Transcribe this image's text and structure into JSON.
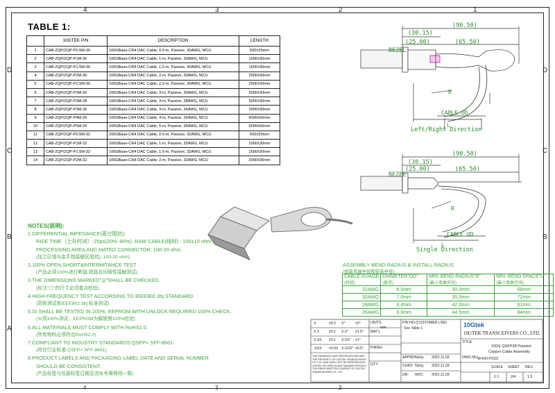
{
  "zones": {
    "cols": [
      "4",
      "3",
      "2",
      "1"
    ],
    "rows": [
      "D",
      "C",
      "B",
      "A"
    ]
  },
  "table1": {
    "title": "TABLE 1:",
    "headers": [
      "",
      "10GTEK P/N",
      "DESCRIPTION",
      "LENGTH"
    ],
    "rows": [
      [
        "1",
        "CAB-ZQP/ZQP-P0.5M-30",
        "100GBase-CR4 DAC Cable, 0.5-m, Passive, 30AWG, MCU",
        "500±20mm"
      ],
      [
        "2",
        "CAB-ZQP/ZQP-P1M-30",
        "100GBase-CR4 DAC Cable, 1-m, Passive, 30AWG, MCU",
        "1000±30mm"
      ],
      [
        "3",
        "CAB-ZQP/ZQP-P1.5M-30",
        "100GBase-CR4 DAC Cable, 1.5-m, Passive, 30AWG, MCU",
        "1500±30mm"
      ],
      [
        "4",
        "CAB-ZQP/ZQP-P2M-30",
        "100GBase-CR4 DAC Cable, 2-m, Passive, 30AWG, MCU",
        "2000±30mm"
      ],
      [
        "5",
        "CAB-ZQP/ZQP-P2.5M-30",
        "100GBase-CR4 DAC Cable, 2.5-m, Passive, 30AWG, MCU",
        "2500±30mm"
      ],
      [
        "6",
        "CAB-ZQP/ZQP-P3M-30",
        "100GBase-CR4 DAC Cable, 3-m, Passive, 30AWG, MCU",
        "3000±30mm"
      ],
      [
        "7",
        "CAB-ZQP/ZQP-P3M-28",
        "100GBase-CR4 DAC Cable, 3-m, Passive, 28AWG, MCU",
        "3000±30mm"
      ],
      [
        "8",
        "CAB-ZQP/ZQP-P3M-26",
        "100GBase-CR4 DAC Cable, 3-m, Passive, 26AWG, MCU",
        "3000±30mm"
      ],
      [
        "9",
        "CAB-ZQP/ZQP-P4M-26",
        "100GBase-CR4 DAC Cable, 4-m, Passive, 26AWG, MCU",
        "4000±60mm"
      ],
      [
        "10",
        "CAB-ZQP/ZQP-P5M-26",
        "100GBase-CR4 DAC Cable, 5-m, Passive, 26AWG, MCU",
        "5000±60mm"
      ],
      [
        "11",
        "CAB-ZQP/ZQP-P0.5M-32",
        "100GBase-CR4 DAC Cable, 0.5-m, Passive, 32AWG, MCU",
        "500±20mm"
      ],
      [
        "12",
        "CAB-ZQP/ZQP-P1M-32",
        "100GBase-CR4 DAC Cable, 1-m, Passive, 32AWG, MCU",
        "1000±30mm"
      ],
      [
        "13",
        "CAB-ZQP/ZQP-P1.5M-32",
        "100GBase-CR4 DAC Cable, 1.5-m, Passive, 32AWG, MCU",
        "1500±30mm"
      ],
      [
        "14",
        "CAB-ZQP/ZQP-P2M-32",
        "100GBase-CR4 DAC Cable, 2-m, Passive, 32AWG, MCU",
        "2000±30mm"
      ]
    ]
  },
  "drawing_top": {
    "dim1": "(90.50)",
    "dim2": "(30.15)",
    "dim3": "(25.00)",
    "dim4": "(65.50)",
    "bezel": "BEZEL",
    "r": "R",
    "l": "L",
    "cable_od": "CABLE OD",
    "caption": "Left/Right Direction"
  },
  "drawing_bottom": {
    "dim1": "(90.50)",
    "dim2": "(30.15)",
    "dim3": "(25.00)",
    "dim4": "(65.50)",
    "bezel": "BEZEL",
    "r": "R",
    "l": "L",
    "cable_od": "CABLE OD",
    "caption": "Single Direction"
  },
  "notes": [
    {
      "t": "NOTES(说明):",
      "cls": "hd"
    },
    {
      "t": "1.DIFFERENTIAL IMPEDANCE(差分阻抗):",
      "cls": ""
    },
    {
      "t": "RISE TIME（上升时间）:25ps(20%~80%) ,RAW CABLE(线材) : 100±10 ohm;",
      "cls": ""
    },
    {
      "t": "PROCESSING AREA AND MATED CONNECTOR: 100-20 ohm.",
      "cls": ""
    },
    {
      "t": "(加工区域与金手指接触区阻抗): 100-20 ohm)",
      "cls": "zh"
    },
    {
      "t": "2.100% OPEN,SHORT&INTERMITANCE TEST",
      "cls": ""
    },
    {
      "t": "(产品必须100%进行断路,短路及间隙性接触测试)",
      "cls": "zh"
    },
    {
      "t": "3.THE DIMENSIONS MARKED\"◎\"SHALL BE CHECKED.",
      "cls": ""
    },
    {
      "t": "(标注\"◎\"的尺寸必须重点检验)",
      "cls": "zh"
    },
    {
      "t": "4.HIGH-FREQUENCY TEST ACCORDING TO IEEE802.3bj STANDARD.",
      "cls": ""
    },
    {
      "t": "(高频测试依IEEE802.3bj 标准测试)",
      "cls": "zh"
    },
    {
      "t": "5.SI SHALL BE TESTED IN 100%, EEPROM WITH UNLOCK REQUIRED 100% CHECK.",
      "cls": ""
    },
    {
      "t": "(SI须100%测试，EEPROM为解锁需100%检验)",
      "cls": "zh"
    },
    {
      "t": "6.ALL MATERIALS MUST COMPLY WITH RoHS2.0.",
      "cls": ""
    },
    {
      "t": "(所有物料必须符合RoHS2.0)",
      "cls": "zh"
    },
    {
      "t": "7.COMPLIANT TO INDUSTRY STANDARDS:QSFP+ SFF-8661",
      "cls": ""
    },
    {
      "t": "(符合行业标准:QSFP+ SFF-8661)",
      "cls": "zh"
    },
    {
      "t": "8.PRODUCT LABELS AND PACKAGING LABEL DATE AND SERIAL NUMBER",
      "cls": ""
    },
    {
      "t": "SHOULD BE CONSISTENT.",
      "cls": ""
    },
    {
      "t": "(产品标签与包装标签日期及流水号需保持一致)",
      "cls": "zh"
    }
  ],
  "bend": {
    "title": "ASSEMBLY BEND RADIUS & INSTALL RADIUS",
    "subtitle": "(组装弯曲半径和安装半径)",
    "headers": [
      "CABLE GUAGE",
      "DIAMETER\"OD\"",
      "MIN. BEND RADIUS\"R\"",
      "MIN. BEND SPACE\"L\""
    ],
    "headers_zh": [
      "(线径)",
      "(直径)",
      "(最小弯曲半径)",
      "(最小弯曲空间)"
    ],
    "rows": [
      [
        "32AWG",
        "6.0mm",
        "30.0mm",
        "66mm"
      ],
      [
        "30AWG",
        "7.0mm",
        "35.0mm",
        "72mm"
      ],
      [
        "28AWG",
        "8.4mm",
        "42.0mm",
        "81mm"
      ],
      [
        "26AWG",
        "8.9mm",
        "44.5mm",
        "84mm"
      ]
    ]
  },
  "title_block": {
    "tolerances": [
      [
        "X",
        "±0.2",
        "X°",
        "±2°"
      ],
      [
        "X.X",
        "±0.1",
        "X.X°",
        "±1.5°"
      ],
      [
        "X.XX",
        "±0.1",
        "X.XX°",
        "±1°"
      ],
      [
        ".XXX",
        "±0.03",
        "X.XXX°",
        "±0.5°"
      ]
    ],
    "units_label": "UNITS",
    "units_value": "mm",
    "matl_label": "MAT'L",
    "finish_label": "FINISH",
    "qty_label": "QTY",
    "part_no_label": "P/N NO.(CUSTOMER USE)",
    "part_no_value": "See Table 1",
    "notice": "THE DRAWINGS AND SPECIFICATIONS ARE THE PROPERTY OF 10GTEK TRANSCEIVERS CO. LTD. AND SHALL NOT BE REPRODUCED, COPIED OR USED IN ANY MANNER WITHOUT THE PRIOR WRITTEN CONSENT OF 10GTEK TRANSCEIVERS CO. LTD.",
    "brand": "10Gtek",
    "company": "10GTEK TRANSCEIVERS CO., LTD.",
    "title_label": "TITLE:",
    "title_line1": "100G QSFP28 Passive",
    "title_line2": "Copper Cable Assembly",
    "apprd_label": "APPRD:",
    "apprd_name": "Nicky",
    "apprd_date": "2022.11.28",
    "chkd_label": "CHKD:",
    "chkd_name": "Nicky",
    "chkd_date": "2022.11.28",
    "dr_label": "DR:",
    "dr_name": "WXC",
    "dr_date": "2022.11.28",
    "dwg_no_label": "DWG NO.",
    "dwg_no_value": "W-RD-P223",
    "scale_label": "SCALE",
    "scale_value": "1:1",
    "sheet_label": "SHEET",
    "sheet_value": "2/4",
    "rev_label": "REV.",
    "rev_value": "1.5"
  }
}
